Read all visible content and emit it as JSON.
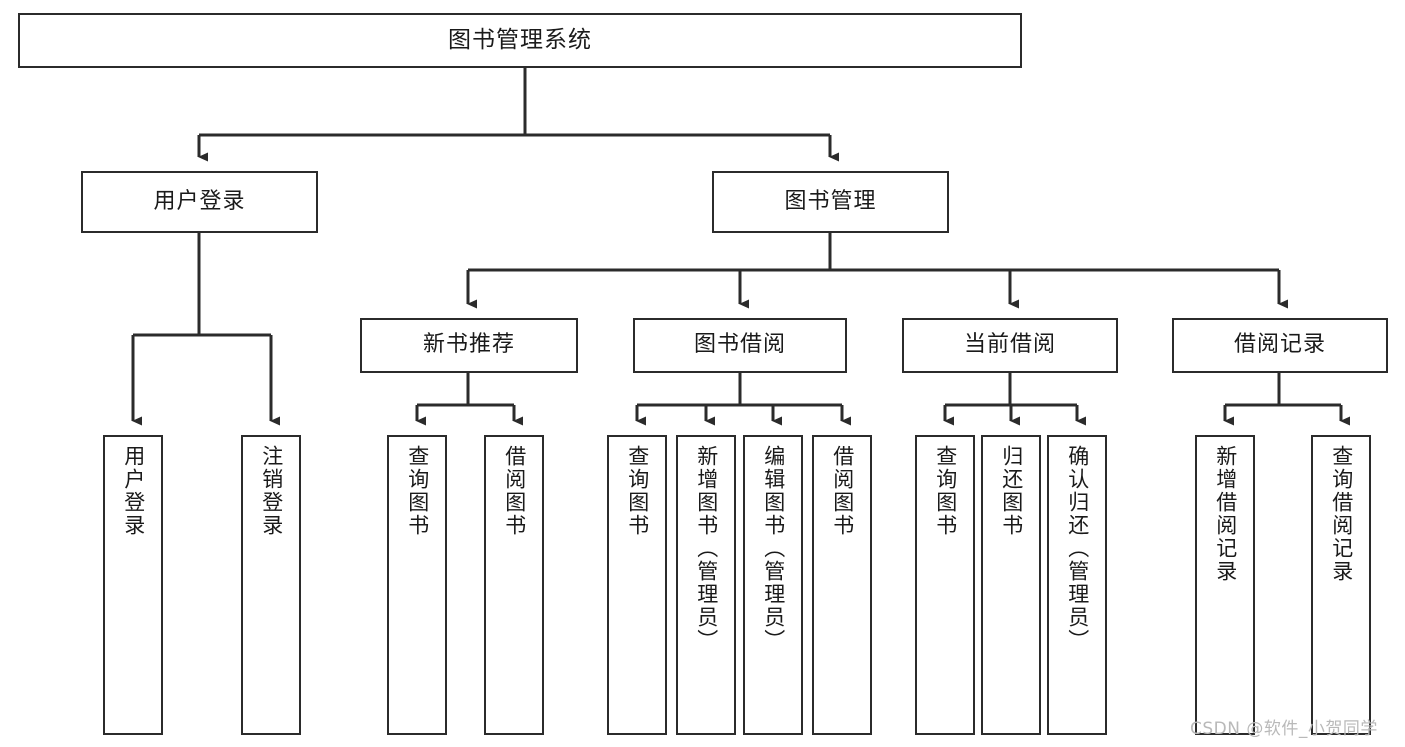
{
  "diagram": {
    "title": "图书管理系统",
    "type": "tree",
    "watermark": "CSDN @软件_小贺同学",
    "colors": {
      "stroke": "#2b2b2b",
      "fill": "#ffffff",
      "text": "#1a1a1a",
      "watermark": "#b9b9b9",
      "background": "#ffffff"
    },
    "nodes": {
      "root": {
        "label": "图书管理系统"
      },
      "level1": [
        {
          "id": "user-login",
          "label": "用户登录"
        },
        {
          "id": "book-manage",
          "label": "图书管理"
        }
      ],
      "level2": [
        {
          "id": "new-book-recommend",
          "label": "新书推荐"
        },
        {
          "id": "book-borrow",
          "label": "图书借阅"
        },
        {
          "id": "current-borrow",
          "label": "当前借阅"
        },
        {
          "id": "borrow-record",
          "label": "借阅记录"
        }
      ],
      "leaves": {
        "user-login": [
          {
            "id": "leaf-user-login",
            "label": "用户登录"
          },
          {
            "id": "leaf-user-logout",
            "label": "注销登录"
          }
        ],
        "new-book-recommend": [
          {
            "id": "leaf-query-book-1",
            "label": "查询图书"
          },
          {
            "id": "leaf-borrow-book-1",
            "label": "借阅图书"
          }
        ],
        "book-borrow": [
          {
            "id": "leaf-query-book-2",
            "label": "查询图书"
          },
          {
            "id": "leaf-add-book",
            "label": "新增图书（管理员）"
          },
          {
            "id": "leaf-edit-book",
            "label": "编辑图书（管理员）"
          },
          {
            "id": "leaf-borrow-book-2",
            "label": "借阅图书"
          }
        ],
        "current-borrow": [
          {
            "id": "leaf-query-book-3",
            "label": "查询图书"
          },
          {
            "id": "leaf-return-book",
            "label": "归还图书"
          },
          {
            "id": "leaf-confirm-return",
            "label": "确认归还（管理员）"
          }
        ],
        "borrow-record": [
          {
            "id": "leaf-add-record",
            "label": "新增借阅记录"
          },
          {
            "id": "leaf-query-record",
            "label": "查询借阅记录"
          }
        ]
      }
    }
  }
}
